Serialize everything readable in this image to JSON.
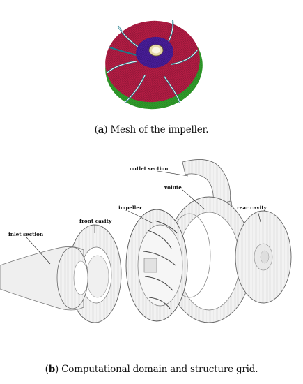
{
  "caption_a": {
    "letter": "a",
    "text": " Mesh of the impeller."
  },
  "caption_b": {
    "letter": "b",
    "text": " Computational domain and structure grid."
  },
  "labels": {
    "outlet_section": "outlet section",
    "volute": "volute",
    "rear_cavity": "rear cavity",
    "front_cavity": "front cavity",
    "impeller": "impeller",
    "inlet_section": "inlet section"
  },
  "colors": {
    "impeller_blades": "#b51e45",
    "hub": "#4b1f9c",
    "shroud_rim": "#2f9a2a",
    "blade_edge": "#1a7a8a",
    "mesh_gray": "#e8e8e8"
  }
}
